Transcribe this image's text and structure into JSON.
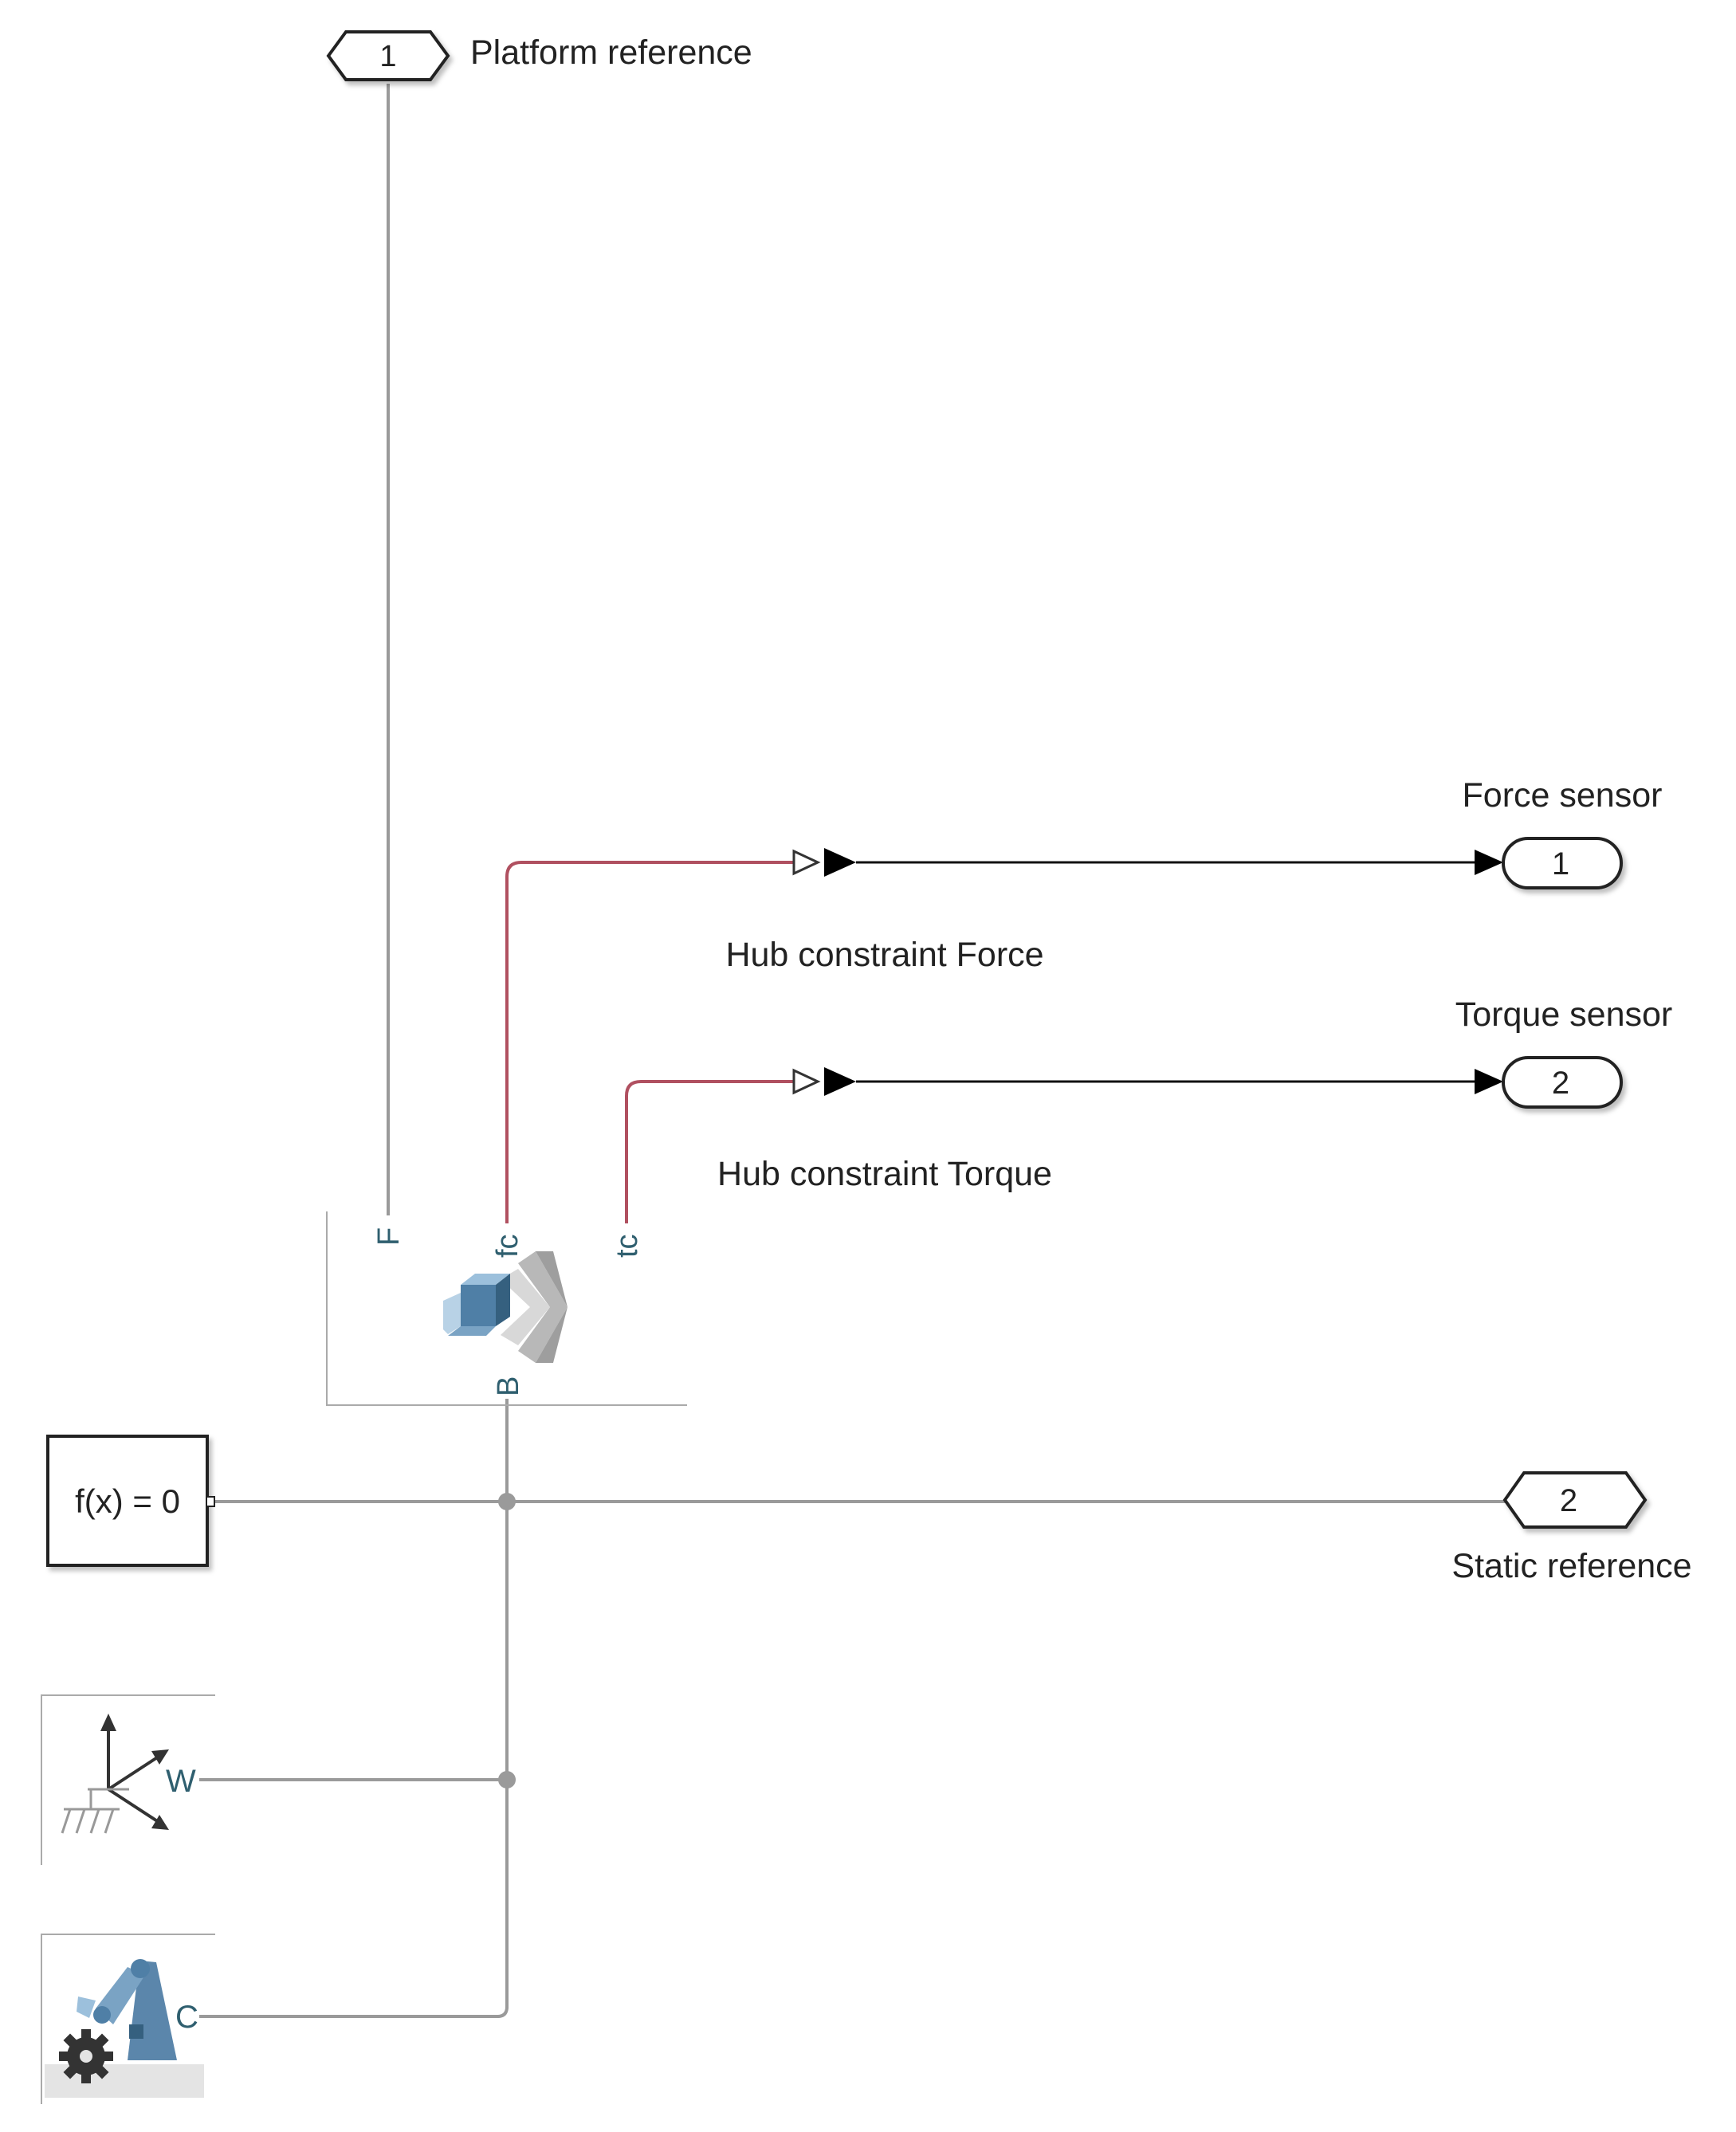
{
  "ports": {
    "platform_reference": {
      "number": "1",
      "label": "Platform reference"
    },
    "static_reference": {
      "number": "2",
      "label": "Static reference"
    },
    "force_sensor": {
      "number": "1",
      "label": "Force sensor"
    },
    "torque_sensor": {
      "number": "2",
      "label": "Torque sensor"
    }
  },
  "signals": {
    "hub_force": "Hub constraint Force",
    "hub_torque": "Hub constraint Torque"
  },
  "sensor_block": {
    "port_F": "F",
    "port_fc": "fc",
    "port_tc": "tc",
    "port_B": "B",
    "icon": "constraint-sensor-icon"
  },
  "solver_block": {
    "label": "f(x) = 0"
  },
  "world_frame": {
    "port": "W",
    "icon": "world-frame-icon"
  },
  "mechanism_config": {
    "port": "C",
    "icon": "mechanism-configuration-icon"
  },
  "colors": {
    "physical_line": "#9a9a9a",
    "signal_line": "#b05060",
    "block_outline": "#222222",
    "icon_blue": "#4f7fa6",
    "icon_gray": "#b8b8b8"
  }
}
